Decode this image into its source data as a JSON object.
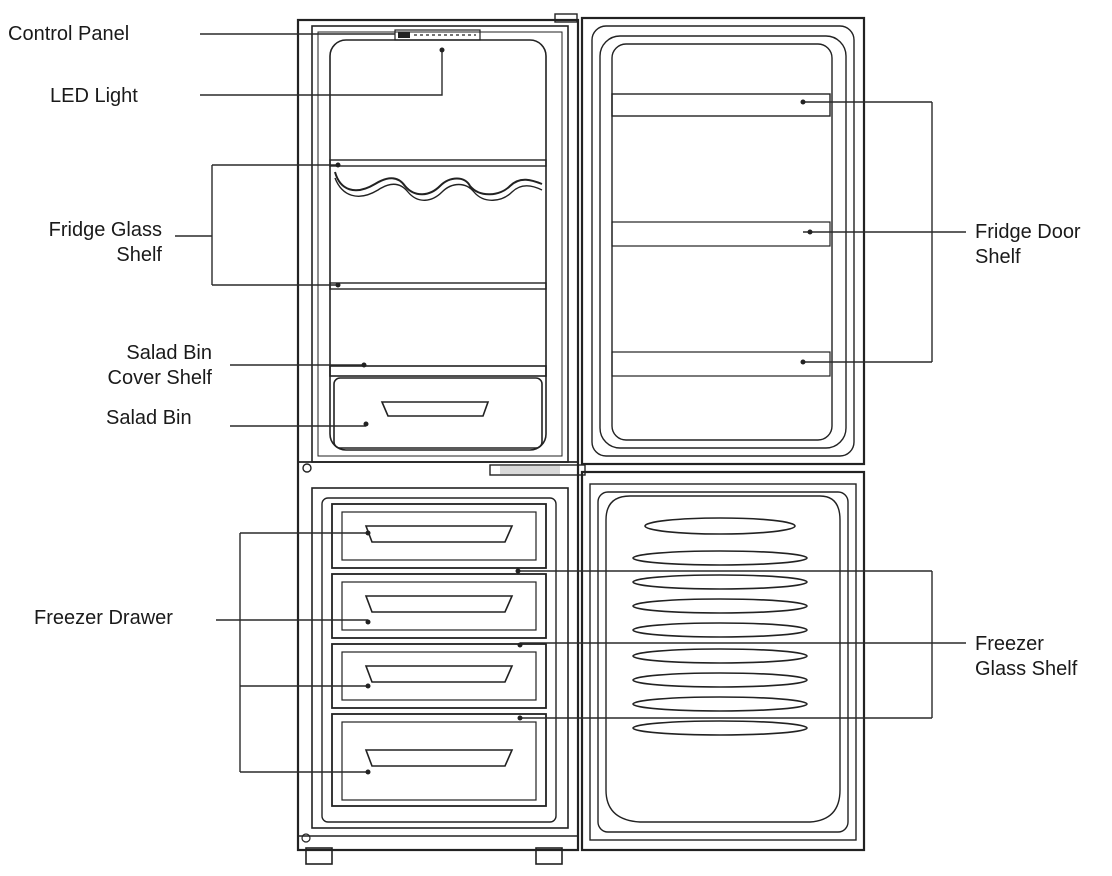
{
  "labels": {
    "control_panel": "Control Panel",
    "led_light": "LED Light",
    "fridge_glass_shelf": [
      "Fridge Glass",
      "Shelf"
    ],
    "salad_bin_cover_shelf": [
      "Salad Bin",
      "Cover Shelf"
    ],
    "salad_bin": "Salad Bin",
    "freezer_drawer": "Freezer Drawer",
    "fridge_door_shelf": [
      "Fridge Door",
      "Shelf"
    ],
    "freezer_glass_shelf": [
      "Freezer",
      "Glass Shelf"
    ]
  }
}
